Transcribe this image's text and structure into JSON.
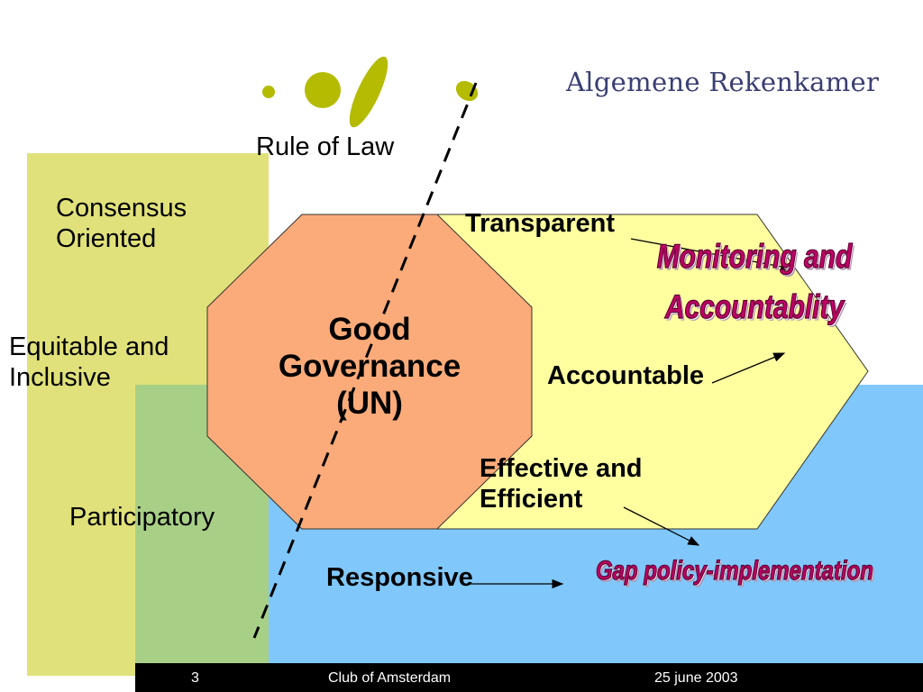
{
  "slide": {
    "brand": "Algemene Rekenkamer",
    "center_title_line1": "Good",
    "center_title_line2": "Governance",
    "center_title_line3": "(UN)",
    "labels": {
      "rule_of_law": "Rule of Law",
      "consensus_line1": "Consensus",
      "consensus_line2": "Oriented",
      "equitable_line1": "Equitable and",
      "equitable_line2": "Inclusive",
      "participatory": "Participatory",
      "transparent": "Transparent",
      "accountable": "Accountable",
      "effective_line1": "Effective and",
      "effective_line2": "Efficient",
      "responsive": "Responsive"
    },
    "callouts": {
      "monitoring_line1": "Monitoring and",
      "monitoring_line2": "Accountablity",
      "gap": "Gap policy-implementation"
    },
    "colors": {
      "olive_panel": "#e1e17b",
      "green_panel": "#a8cf86",
      "blue_panel": "#80c8fc",
      "yellow_hexagon": "#ffffa0",
      "orange_octagon": "#fbab79",
      "logo": "#b5bb00",
      "callout_text": "#c00066"
    }
  },
  "footer": {
    "page_number": "3",
    "event": "Club of Amsterdam",
    "date": "25 june 2003"
  }
}
